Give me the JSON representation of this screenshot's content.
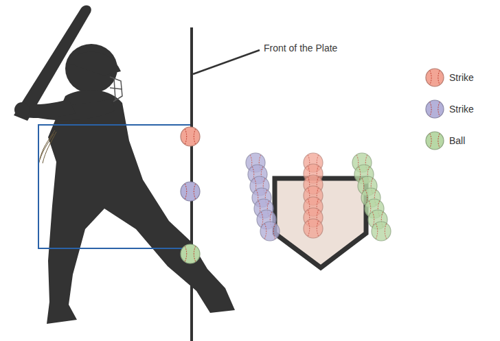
{
  "diagram": {
    "labels": [
      "Front of the Plate"
    ],
    "legend": [
      {
        "text": "Strike",
        "color": "#f2a595"
      },
      {
        "text": "Strike",
        "color": "#b4b1d9"
      },
      {
        "text": "Ball",
        "color": "#b8d8a6"
      }
    ]
  }
}
